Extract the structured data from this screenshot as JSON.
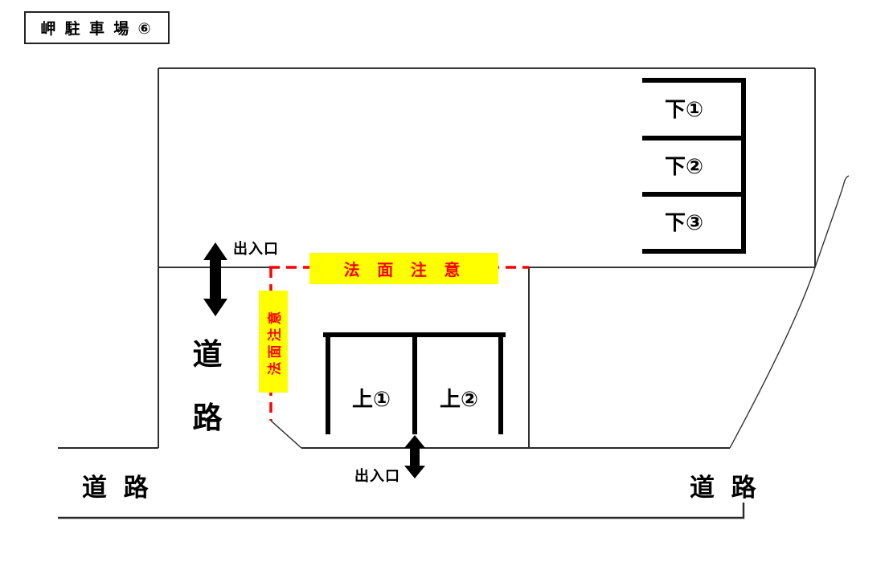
{
  "title": {
    "text": "岬 駐 車 場 ⑥"
  },
  "colors": {
    "warning_bg": "#ffff00",
    "warning_text": "#ff0000",
    "dashed": "#ff0000",
    "line": "#1a1a1a"
  },
  "warnings": {
    "horizontal": "法 面 注 意",
    "vertical": "法面注意"
  },
  "entrances": {
    "left": "出入口",
    "bottom": "出入口"
  },
  "roads": {
    "left_vertical": "道路",
    "bottom_left": "道 路",
    "bottom_right": "道 路"
  },
  "stalls": {
    "lower": [
      {
        "label": "下①"
      },
      {
        "label": "下②"
      },
      {
        "label": "下③"
      }
    ],
    "upper": [
      {
        "label": "上①"
      },
      {
        "label": "上②"
      }
    ]
  }
}
